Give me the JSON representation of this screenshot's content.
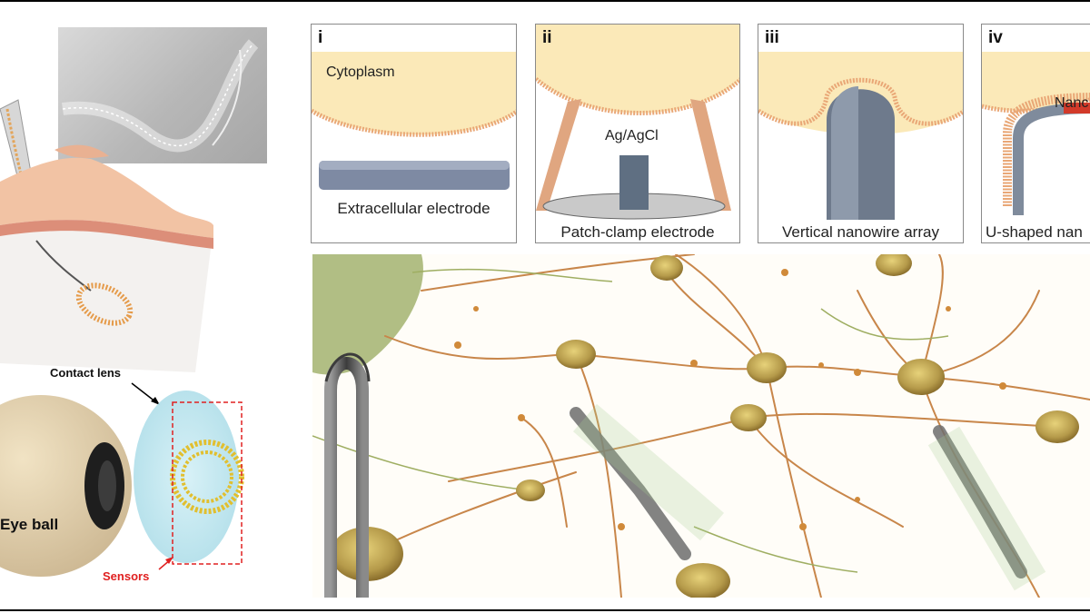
{
  "panels": [
    {
      "numeral": "i",
      "caption": "Extracellular electrode",
      "inner_label": "Cytoplasm"
    },
    {
      "numeral": "ii",
      "caption": "Patch-clamp electrode",
      "inner_label": "Ag/AgCl"
    },
    {
      "numeral": "iii",
      "caption": "Vertical nanowire array"
    },
    {
      "numeral": "iv",
      "caption": "U-shaped nan",
      "inner_label": "Nanc"
    }
  ],
  "left": {
    "contact_lens_label": "Contact lens",
    "eyeball_label": "Eye ball",
    "sensors_label": "Sensors"
  },
  "colors": {
    "cytoplasm": "#fbe9b8",
    "membrane": "#e9a776",
    "neuron_body": "#b59a4a",
    "axon": "#c8864a",
    "sensors": "#e02020",
    "lens": "#bfe6ef"
  }
}
